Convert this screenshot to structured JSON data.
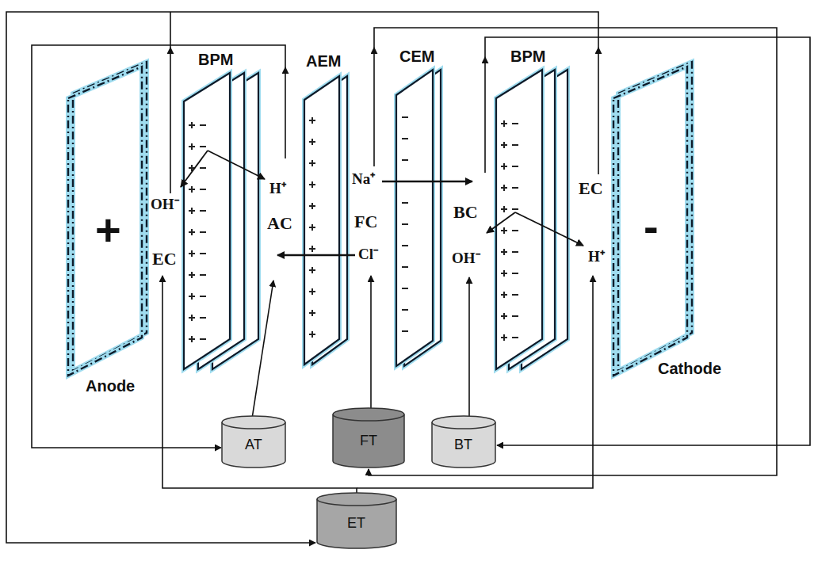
{
  "diagram": {
    "nodes": [
      {
        "text": [
          "+",
          "Anode"
        ]
      },
      {
        "text": [
          "BPM"
        ]
      },
      {
        "text": [
          "AEM"
        ]
      },
      {
        "text": [
          "CEM"
        ]
      },
      {
        "text": [
          "BPM"
        ]
      },
      {
        "text": [
          "-",
          "Cathode"
        ]
      },
      {
        "text": [
          "AT"
        ]
      },
      {
        "text": [
          "FT"
        ]
      },
      {
        "text": [
          "BT"
        ]
      },
      {
        "text": [
          "ET"
        ]
      }
    ],
    "labels": [
      "OH⁻",
      "EC",
      "H⁺",
      "AC",
      "Na⁺",
      "FC",
      "Cl⁻",
      "BC",
      "OH⁻",
      "EC",
      "H⁺"
    ]
  }
}
